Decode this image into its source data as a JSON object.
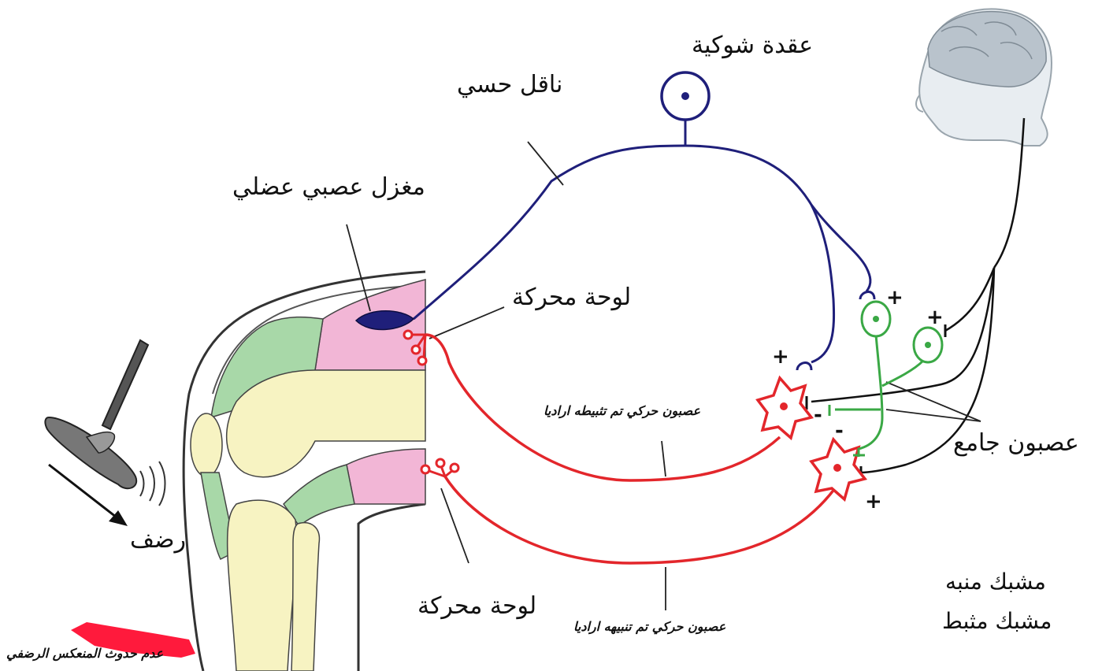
{
  "labels": {
    "spinal_ganglion": "عقدة شوكية",
    "sensory_neuron": "ناقل حسي",
    "muscle_spindle": "مغزل عصبي عضلي",
    "motor_plate_top": "لوحة محركة",
    "motor_plate_bottom": "لوحة محركة",
    "inhibited_motor_neuron": "عصبون حركي تم تثبيطه اراديا",
    "excited_motor_neuron": "عصبون حركي تم تنبيهه اراديا",
    "interneuron": "عصبون جامع",
    "tap": "رضف",
    "excitatory_synapse": "مشبك منبه",
    "inhibitory_synapse": "مشبك مثبط",
    "no_reflex": "عدم حدوث المنعكس الرضفي"
  },
  "signs": {
    "plus": "+",
    "minus": "-"
  },
  "colors": {
    "sensory": "#1f1f7a",
    "motor": "#e3262b",
    "interneuron": "#3aa845",
    "brain_path": "#111111",
    "muscle_pink": "#f2b6d6",
    "tendon_green": "#a8d8a8",
    "bone_yellow": "#f7f3c2",
    "arrow_red": "#ff1a3c"
  }
}
